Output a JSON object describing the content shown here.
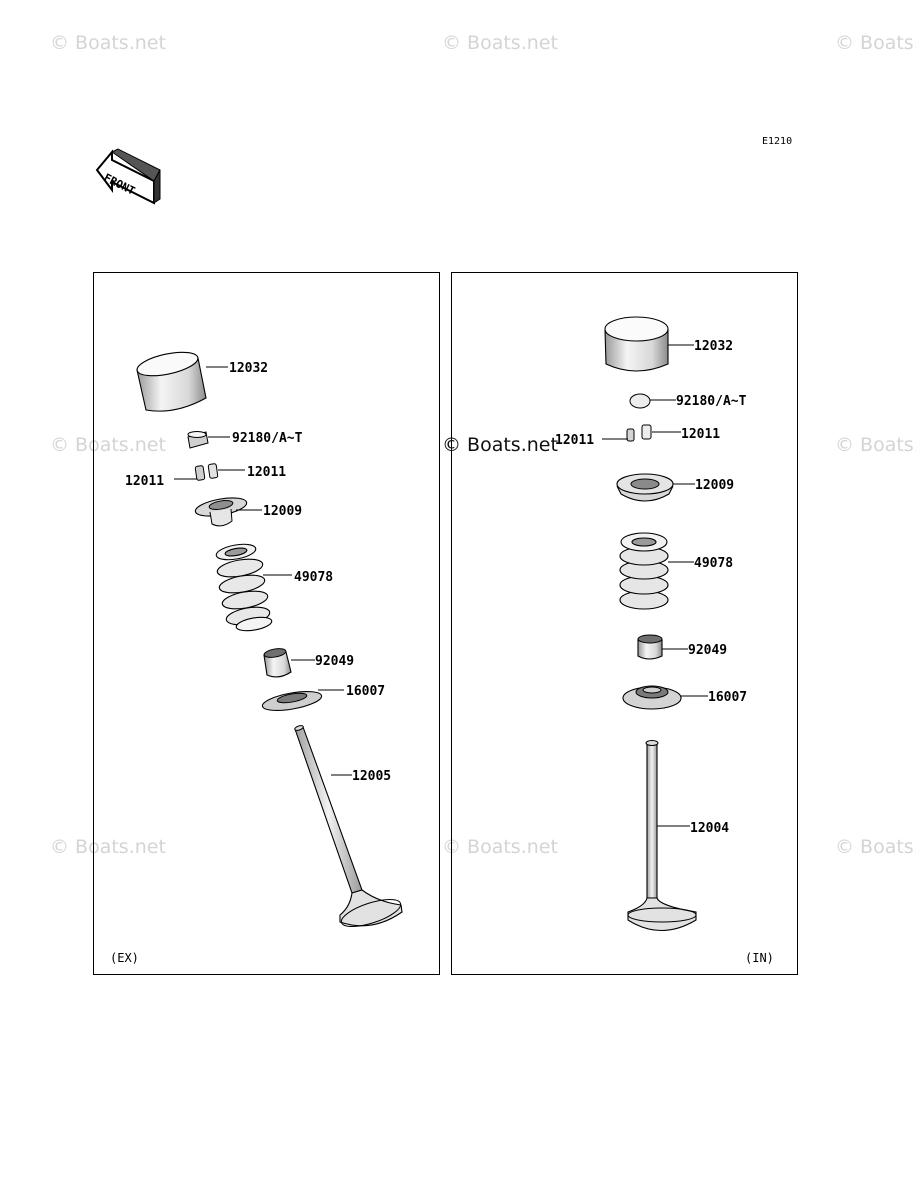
{
  "watermark": "© Boats.net",
  "diagram_code": "E1210",
  "front_label": "FRONT",
  "panels": {
    "exhaust": {
      "label": "(EX)",
      "parts": [
        "12032",
        "92180/A~T",
        "12011",
        "12011",
        "12009",
        "49078",
        "92049",
        "16007",
        "12005"
      ]
    },
    "intake": {
      "label": "(IN)",
      "parts": [
        "12032",
        "92180/A~T",
        "12011",
        "12011",
        "12009",
        "49078",
        "92049",
        "16007",
        "12004"
      ]
    }
  }
}
